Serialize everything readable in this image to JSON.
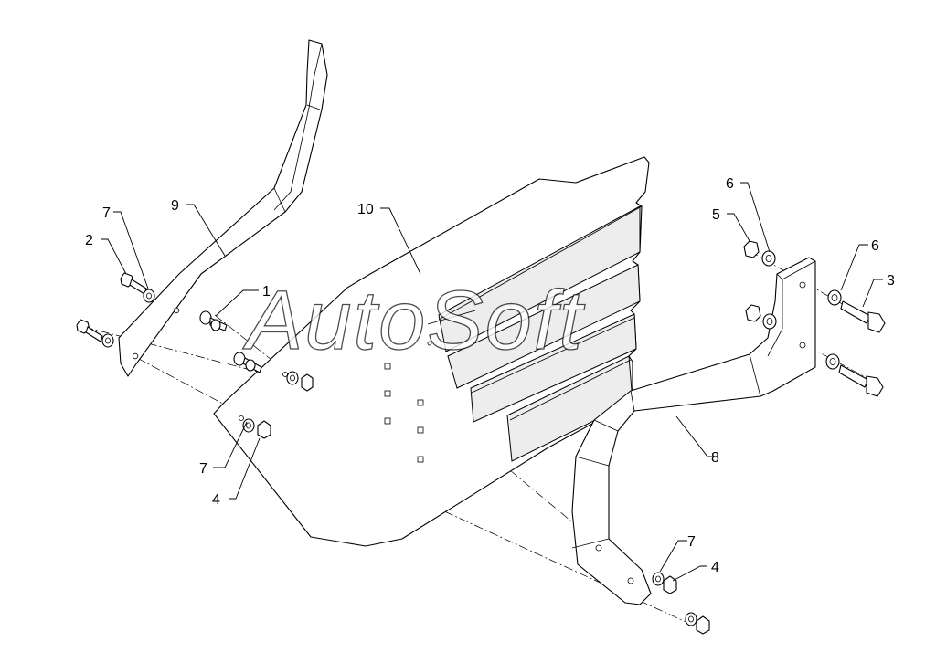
{
  "watermark": "AutoSoft",
  "callouts": [
    {
      "id": "c1",
      "label": "1"
    },
    {
      "id": "c2",
      "label": "2"
    },
    {
      "id": "c3",
      "label": "3"
    },
    {
      "id": "c4a",
      "label": "4"
    },
    {
      "id": "c4b",
      "label": "4"
    },
    {
      "id": "c5",
      "label": "5"
    },
    {
      "id": "c6a",
      "label": "6"
    },
    {
      "id": "c6b",
      "label": "6"
    },
    {
      "id": "c7a",
      "label": "7"
    },
    {
      "id": "c7b",
      "label": "7"
    },
    {
      "id": "c7c",
      "label": "7"
    },
    {
      "id": "c8",
      "label": "8"
    },
    {
      "id": "c9",
      "label": "9"
    },
    {
      "id": "c10",
      "label": "10"
    }
  ]
}
